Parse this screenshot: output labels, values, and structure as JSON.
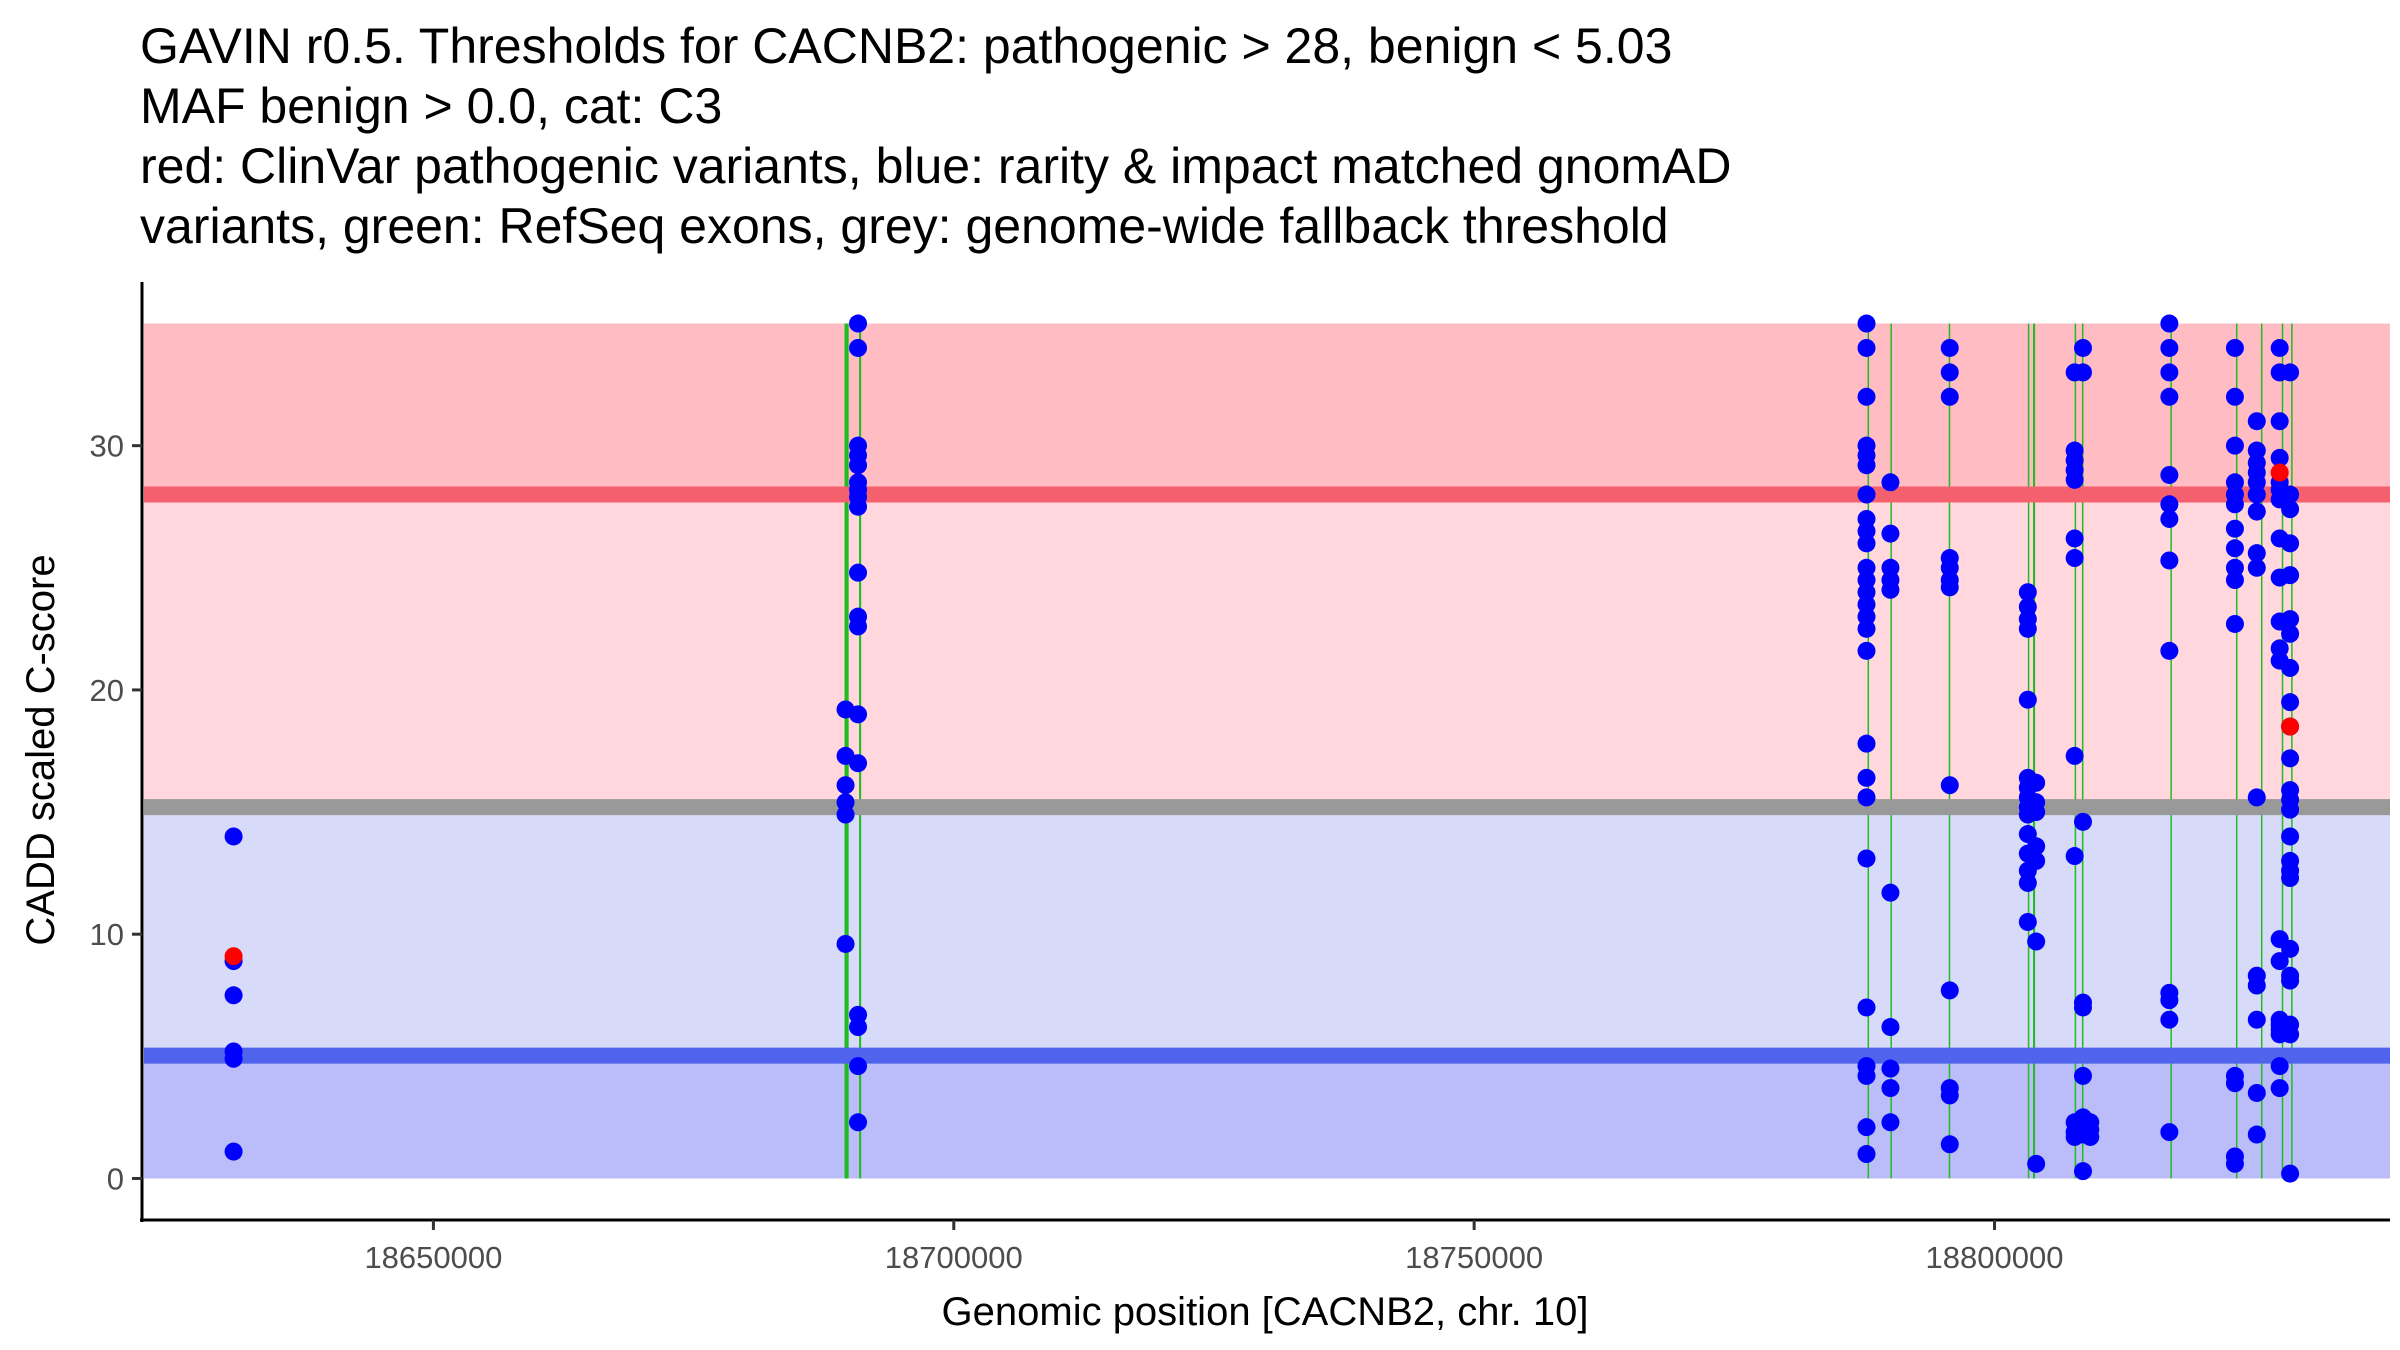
{
  "chart_data": {
    "type": "scatter",
    "title_lines": [
      "GAVIN r0.5. Thresholds for CACNB2: pathogenic > 28, benign < 5.03",
      "MAF benign > 0.0, cat: C3",
      "red: ClinVar pathogenic variants, blue: rarity & impact matched gnomAD",
      "variants, green: RefSeq exons, grey: genome-wide fallback threshold"
    ],
    "xlabel": "Genomic position [CACNB2, chr. 10]",
    "ylabel": "CADD scaled C-score",
    "xlim": [
      18622000,
      18838000
    ],
    "ylim": [
      -1.7,
      36.7
    ],
    "x_ticks": [
      18650000,
      18700000,
      18750000,
      18800000
    ],
    "y_ticks": [
      0,
      10,
      20,
      30
    ],
    "grid": false,
    "thresholds": {
      "pathogenic": 28,
      "benign": 5.03,
      "fallback": 15.2,
      "max_score": 35
    },
    "colors": {
      "pathogenic_zone": "#ffbcc2",
      "intermediate_pathogenic_zone": "#ffd7dc",
      "intermediate_benign_zone": "#d7daf9",
      "benign_zone": "#babdf9",
      "pathogenic_line": "#f4606e",
      "benign_line": "#4f63ec",
      "fallback_line": "#999999",
      "exon": "#22bb22",
      "gnomad_point": "#0000ff",
      "clinvar_point": "#ff0000"
    },
    "exons": [
      [
        18689500,
        18689900
      ],
      [
        18690900,
        18691100
      ],
      [
        18787800,
        18787900
      ],
      [
        18790000,
        18790100
      ],
      [
        18795600,
        18795700
      ],
      [
        18803200,
        18803300
      ],
      [
        18803700,
        18803900
      ],
      [
        18807700,
        18807800
      ],
      [
        18808400,
        18808500
      ],
      [
        18816900,
        18817000
      ],
      [
        18823200,
        18823300
      ],
      [
        18825600,
        18825700
      ],
      [
        18827600,
        18827700
      ],
      [
        18828500,
        18828600
      ]
    ],
    "series": [
      {
        "name": "gnomAD",
        "color": "#0000ff",
        "points": [
          [
            18630800,
            14.0
          ],
          [
            18630800,
            8.9
          ],
          [
            18630800,
            7.5
          ],
          [
            18630800,
            5.2
          ],
          [
            18630800,
            4.9
          ],
          [
            18630800,
            1.1
          ],
          [
            18689600,
            19.2
          ],
          [
            18689600,
            17.3
          ],
          [
            18689600,
            16.1
          ],
          [
            18689600,
            15.4
          ],
          [
            18689600,
            14.9
          ],
          [
            18689600,
            9.6
          ],
          [
            18690800,
            35.0
          ],
          [
            18690800,
            34.0
          ],
          [
            18690800,
            30.0
          ],
          [
            18690800,
            29.6
          ],
          [
            18690800,
            29.2
          ],
          [
            18690800,
            28.5
          ],
          [
            18690800,
            28.2
          ],
          [
            18690800,
            27.9
          ],
          [
            18690800,
            27.5
          ],
          [
            18690800,
            24.8
          ],
          [
            18690800,
            23.0
          ],
          [
            18690800,
            22.6
          ],
          [
            18690800,
            19.0
          ],
          [
            18690800,
            17.0
          ],
          [
            18690800,
            6.7
          ],
          [
            18690800,
            6.2
          ],
          [
            18690800,
            4.6
          ],
          [
            18690800,
            2.3
          ],
          [
            18787700,
            35.0
          ],
          [
            18787700,
            34.0
          ],
          [
            18787700,
            32.0
          ],
          [
            18787700,
            30.0
          ],
          [
            18787700,
            29.6
          ],
          [
            18787700,
            29.2
          ],
          [
            18787700,
            28.0
          ],
          [
            18787700,
            27.0
          ],
          [
            18787700,
            26.5
          ],
          [
            18787700,
            26.0
          ],
          [
            18787700,
            25.0
          ],
          [
            18787700,
            24.5
          ],
          [
            18787700,
            24.0
          ],
          [
            18787700,
            23.5
          ],
          [
            18787700,
            23.0
          ],
          [
            18787700,
            22.5
          ],
          [
            18787700,
            21.6
          ],
          [
            18787700,
            17.8
          ],
          [
            18787700,
            16.4
          ],
          [
            18787700,
            15.6
          ],
          [
            18787700,
            13.1
          ],
          [
            18787700,
            7.0
          ],
          [
            18787700,
            4.6
          ],
          [
            18787700,
            4.2
          ],
          [
            18787700,
            2.1
          ],
          [
            18787700,
            1.0
          ],
          [
            18790000,
            28.5
          ],
          [
            18790000,
            26.4
          ],
          [
            18790000,
            25.0
          ],
          [
            18790000,
            24.5
          ],
          [
            18790000,
            24.1
          ],
          [
            18790000,
            11.7
          ],
          [
            18790000,
            6.2
          ],
          [
            18790000,
            4.5
          ],
          [
            18790000,
            3.7
          ],
          [
            18790000,
            2.3
          ],
          [
            18795700,
            34.0
          ],
          [
            18795700,
            33.0
          ],
          [
            18795700,
            32.0
          ],
          [
            18795700,
            25.4
          ],
          [
            18795700,
            25.0
          ],
          [
            18795700,
            24.5
          ],
          [
            18795700,
            24.2
          ],
          [
            18795700,
            16.1
          ],
          [
            18795700,
            7.7
          ],
          [
            18795700,
            3.7
          ],
          [
            18795700,
            3.4
          ],
          [
            18795700,
            1.4
          ],
          [
            18803200,
            24.0
          ],
          [
            18803200,
            23.4
          ],
          [
            18803200,
            22.9
          ],
          [
            18803200,
            22.5
          ],
          [
            18803200,
            19.6
          ],
          [
            18803200,
            16.4
          ],
          [
            18803200,
            16.0
          ],
          [
            18803200,
            15.6
          ],
          [
            18803200,
            15.2
          ],
          [
            18803200,
            14.9
          ],
          [
            18803200,
            14.1
          ],
          [
            18803200,
            13.3
          ],
          [
            18803200,
            12.6
          ],
          [
            18803200,
            12.1
          ],
          [
            18803200,
            10.5
          ],
          [
            18804000,
            16.2
          ],
          [
            18804000,
            15.4
          ],
          [
            18804000,
            15.0
          ],
          [
            18804000,
            13.6
          ],
          [
            18804000,
            13.0
          ],
          [
            18804000,
            9.7
          ],
          [
            18804000,
            0.6
          ],
          [
            18807700,
            33.0
          ],
          [
            18807700,
            29.8
          ],
          [
            18807700,
            29.4
          ],
          [
            18807700,
            29.0
          ],
          [
            18807700,
            28.6
          ],
          [
            18807700,
            26.2
          ],
          [
            18807700,
            25.4
          ],
          [
            18807700,
            17.3
          ],
          [
            18807700,
            13.2
          ],
          [
            18807700,
            2.3
          ],
          [
            18807700,
            1.9
          ],
          [
            18807700,
            1.7
          ],
          [
            18808500,
            34.0
          ],
          [
            18808500,
            33.0
          ],
          [
            18808500,
            14.6
          ],
          [
            18808500,
            7.2
          ],
          [
            18808500,
            7.0
          ],
          [
            18808500,
            4.2
          ],
          [
            18808500,
            2.5
          ],
          [
            18808500,
            2.2
          ],
          [
            18808500,
            2.0
          ],
          [
            18808500,
            1.8
          ],
          [
            18808500,
            0.3
          ],
          [
            18809200,
            2.3
          ],
          [
            18809200,
            2.0
          ],
          [
            18809200,
            1.7
          ],
          [
            18816800,
            35.0
          ],
          [
            18816800,
            34.0
          ],
          [
            18816800,
            33.0
          ],
          [
            18816800,
            32.0
          ],
          [
            18816800,
            28.8
          ],
          [
            18816800,
            27.6
          ],
          [
            18816800,
            27.0
          ],
          [
            18816800,
            25.3
          ],
          [
            18816800,
            21.6
          ],
          [
            18816800,
            7.6
          ],
          [
            18816800,
            7.3
          ],
          [
            18816800,
            6.5
          ],
          [
            18816800,
            1.9
          ],
          [
            18823100,
            34.0
          ],
          [
            18823100,
            32.0
          ],
          [
            18823100,
            30.0
          ],
          [
            18823100,
            28.5
          ],
          [
            18823100,
            28.0
          ],
          [
            18823100,
            27.6
          ],
          [
            18823100,
            26.6
          ],
          [
            18823100,
            25.8
          ],
          [
            18823100,
            25.0
          ],
          [
            18823100,
            24.5
          ],
          [
            18823100,
            22.7
          ],
          [
            18823100,
            4.2
          ],
          [
            18823100,
            3.9
          ],
          [
            18823100,
            0.9
          ],
          [
            18823100,
            0.6
          ],
          [
            18825200,
            31.0
          ],
          [
            18825200,
            29.8
          ],
          [
            18825200,
            29.3
          ],
          [
            18825200,
            28.9
          ],
          [
            18825200,
            28.5
          ],
          [
            18825200,
            28.0
          ],
          [
            18825200,
            27.3
          ],
          [
            18825200,
            25.6
          ],
          [
            18825200,
            25.0
          ],
          [
            18825200,
            15.6
          ],
          [
            18825200,
            8.3
          ],
          [
            18825200,
            7.9
          ],
          [
            18825200,
            6.5
          ],
          [
            18825200,
            3.5
          ],
          [
            18825200,
            1.8
          ],
          [
            18827400,
            34.0
          ],
          [
            18827400,
            33.0
          ],
          [
            18827400,
            31.0
          ],
          [
            18827400,
            29.5
          ],
          [
            18827400,
            28.5
          ],
          [
            18827400,
            28.2
          ],
          [
            18827400,
            27.8
          ],
          [
            18827400,
            26.2
          ],
          [
            18827400,
            24.6
          ],
          [
            18827400,
            22.8
          ],
          [
            18827400,
            21.7
          ],
          [
            18827400,
            21.2
          ],
          [
            18827400,
            9.8
          ],
          [
            18827400,
            8.9
          ],
          [
            18827400,
            6.5
          ],
          [
            18827400,
            6.3
          ],
          [
            18827400,
            6.1
          ],
          [
            18827400,
            5.9
          ],
          [
            18827400,
            4.6
          ],
          [
            18827400,
            3.7
          ],
          [
            18828400,
            33.0
          ],
          [
            18828400,
            28.0
          ],
          [
            18828400,
            27.4
          ],
          [
            18828400,
            26.0
          ],
          [
            18828400,
            24.7
          ],
          [
            18828400,
            22.9
          ],
          [
            18828400,
            22.3
          ],
          [
            18828400,
            20.9
          ],
          [
            18828400,
            19.5
          ],
          [
            18828400,
            18.5
          ],
          [
            18828400,
            17.2
          ],
          [
            18828400,
            15.9
          ],
          [
            18828400,
            15.5
          ],
          [
            18828400,
            15.1
          ],
          [
            18828400,
            14.0
          ],
          [
            18828400,
            13.0
          ],
          [
            18828400,
            12.6
          ],
          [
            18828400,
            12.3
          ],
          [
            18828400,
            9.4
          ],
          [
            18828400,
            8.3
          ],
          [
            18828400,
            8.1
          ],
          [
            18828400,
            6.3
          ],
          [
            18828400,
            5.9
          ],
          [
            18828400,
            0.2
          ]
        ]
      },
      {
        "name": "ClinVar",
        "color": "#ff0000",
        "points": [
          [
            18630800,
            9.1
          ],
          [
            18827400,
            28.9
          ],
          [
            18828400,
            18.5
          ]
        ]
      }
    ]
  }
}
